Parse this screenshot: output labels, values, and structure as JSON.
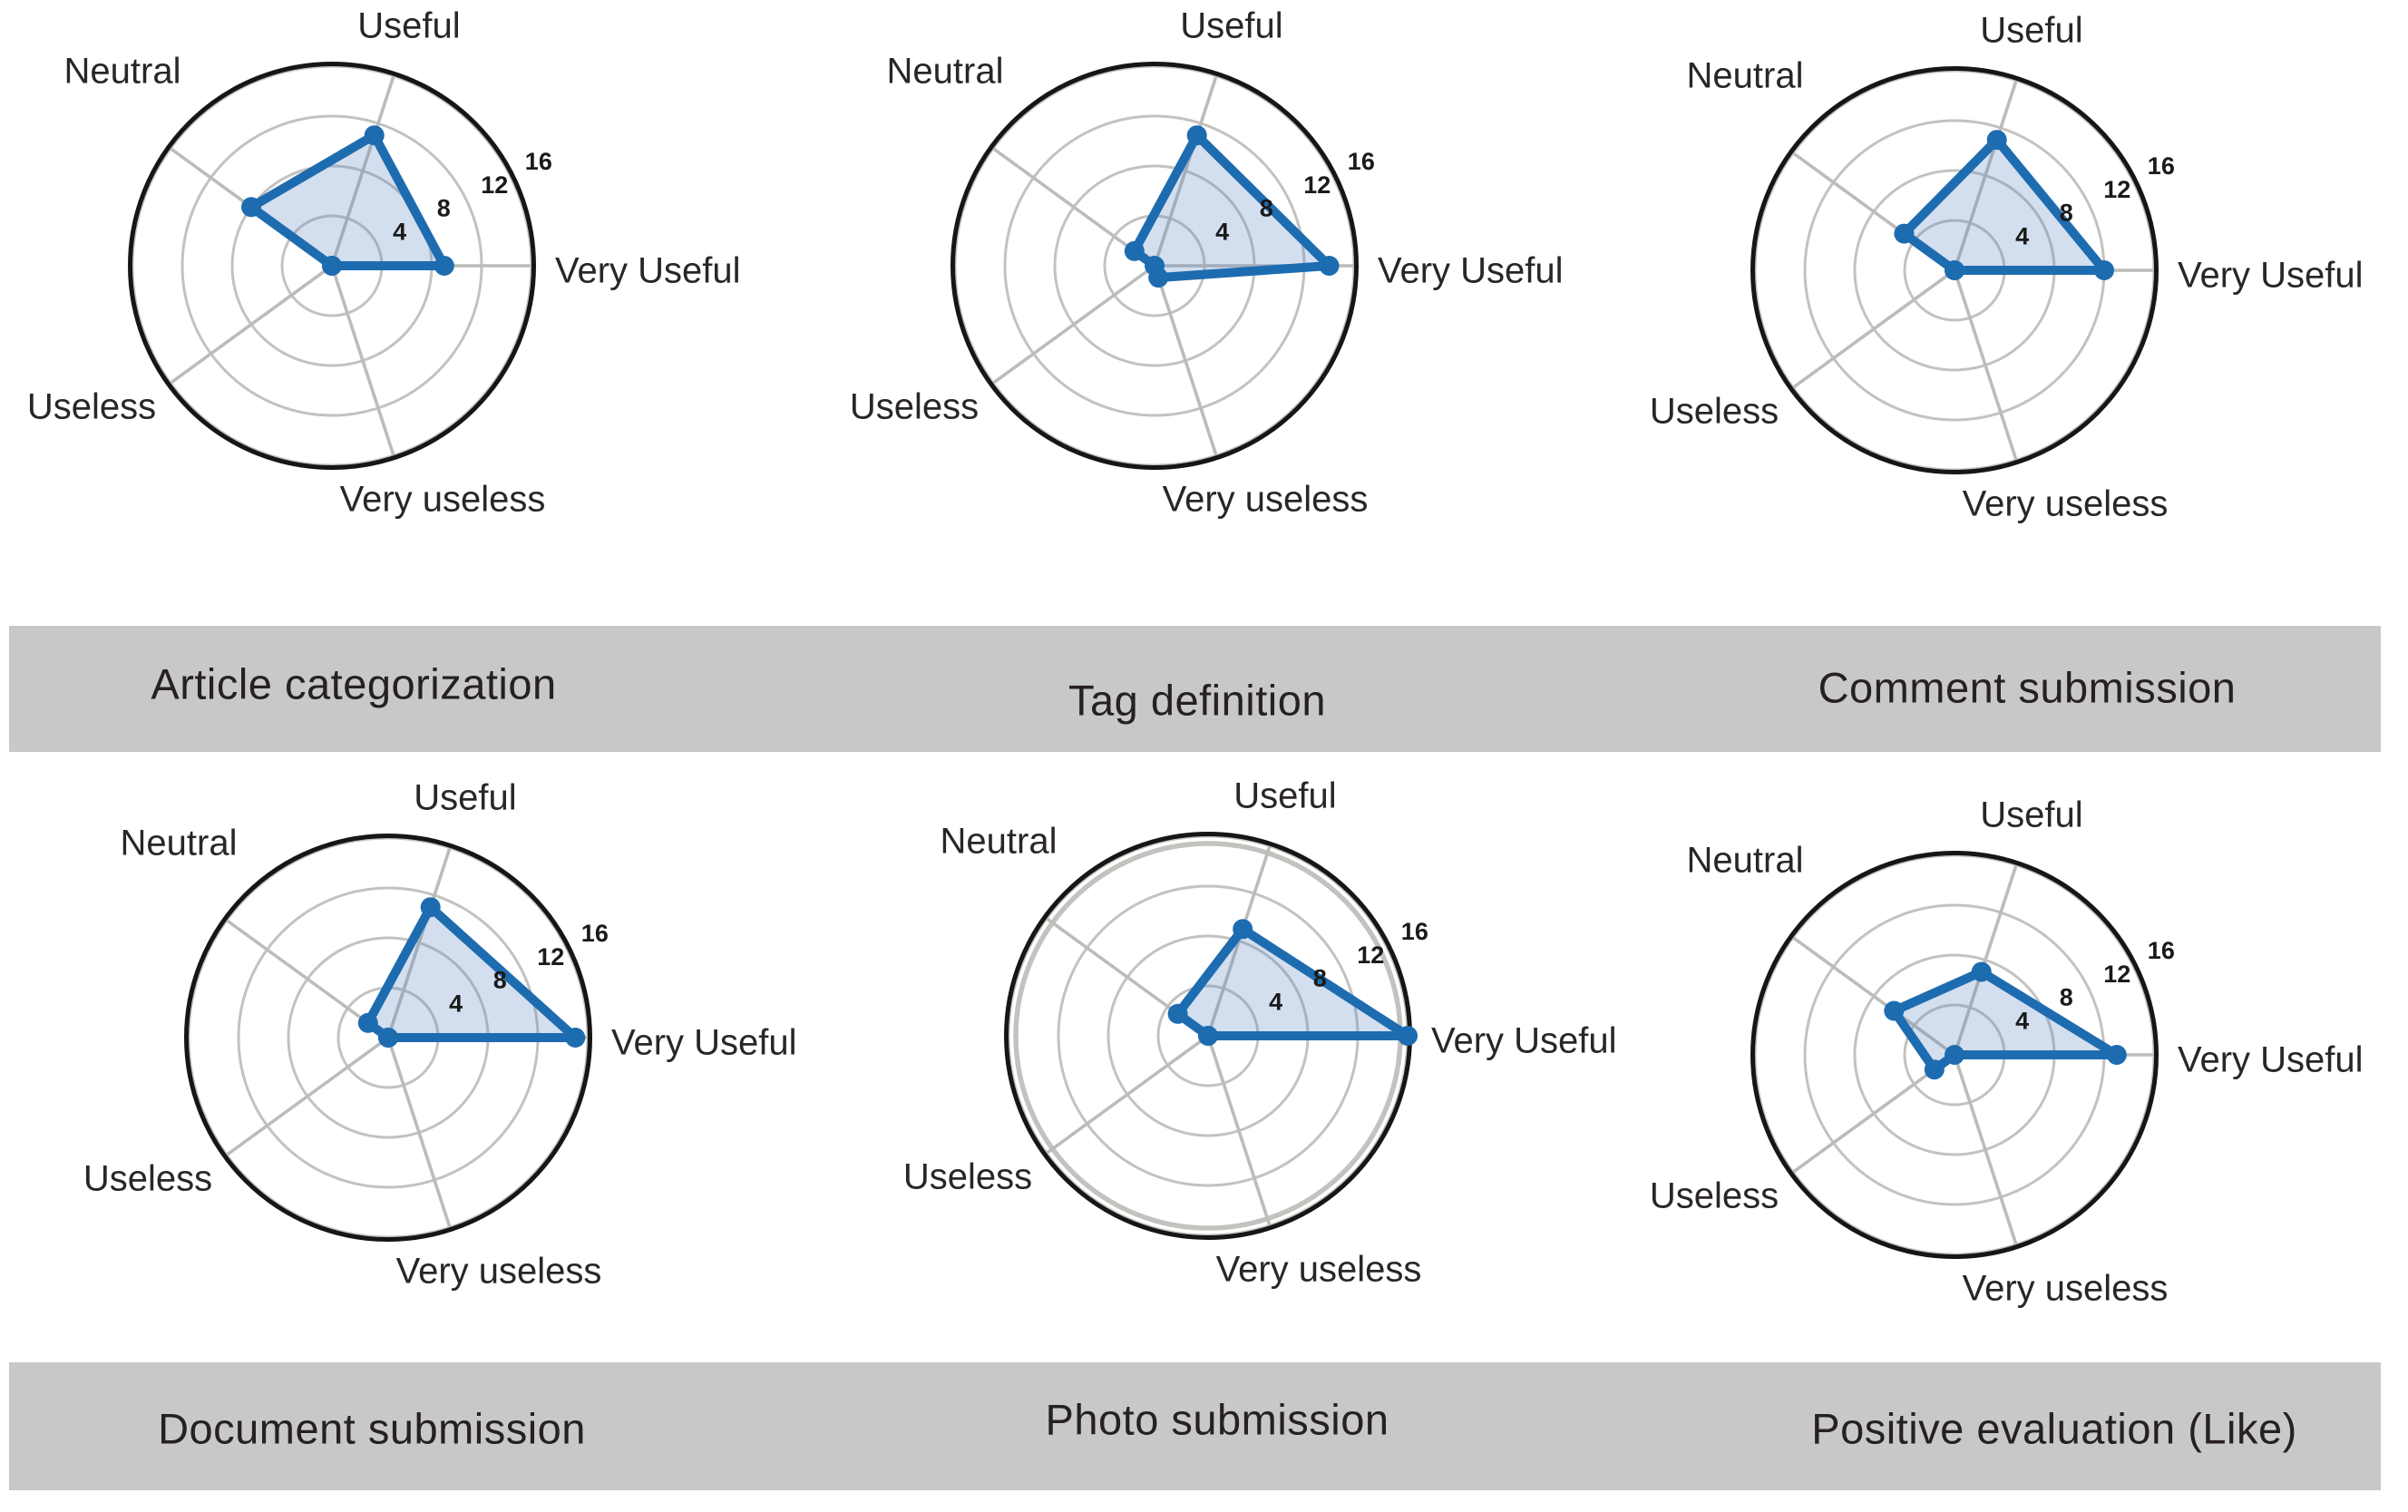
{
  "figure": {
    "description": "Six radar charts of perceived usefulness ratings per feature",
    "rows": 2,
    "cols": 3,
    "axis_labels": [
      "Very Useful",
      "Useful",
      "Neutral",
      "Useless",
      "Very useless"
    ],
    "radial_tick_labels": [
      "4",
      "8",
      "12",
      "16"
    ]
  },
  "chart_data": [
    {
      "type": "radar",
      "title": "Article categorization",
      "categories": [
        "Very Useful",
        "Useful",
        "Neutral",
        "Useless",
        "Very useless"
      ],
      "angles_deg": [
        0,
        72,
        144,
        216,
        288
      ],
      "values": [
        9,
        11,
        8,
        0,
        0
      ],
      "ticks": [
        4,
        8,
        12,
        16
      ],
      "rmax": 16.2,
      "grid": true,
      "legend": "none"
    },
    {
      "type": "radar",
      "title": "Tag definition",
      "categories": [
        "Very Useful",
        "Useful",
        "Neutral",
        "Useless",
        "Very useless"
      ],
      "angles_deg": [
        0,
        72,
        144,
        216,
        288
      ],
      "values": [
        14,
        11,
        2,
        0,
        1
      ],
      "ticks": [
        4,
        8,
        12,
        16
      ],
      "rmax": 16.2,
      "grid": true,
      "legend": "none"
    },
    {
      "type": "radar",
      "title": "Comment submission",
      "categories": [
        "Very Useful",
        "Useful",
        "Neutral",
        "Useless",
        "Very useless"
      ],
      "angles_deg": [
        0,
        72,
        144,
        216,
        288
      ],
      "values": [
        12,
        11,
        5,
        0,
        0
      ],
      "ticks": [
        4,
        8,
        12,
        16
      ],
      "rmax": 16.2,
      "grid": true,
      "legend": "none"
    },
    {
      "type": "radar",
      "title": "Document submission",
      "categories": [
        "Very Useful",
        "Useful",
        "Neutral",
        "Useless",
        "Very useless"
      ],
      "angles_deg": [
        0,
        72,
        144,
        216,
        288
      ],
      "values": [
        15,
        11,
        2,
        0,
        0
      ],
      "ticks": [
        4,
        8,
        12,
        16
      ],
      "rmax": 16.2,
      "grid": true,
      "legend": "none"
    },
    {
      "type": "radar",
      "title": "Photo submission",
      "categories": [
        "Very Useful",
        "Useful",
        "Neutral",
        "Useless",
        "Very useless"
      ],
      "angles_deg": [
        0,
        72,
        144,
        216,
        288
      ],
      "values": [
        16,
        9,
        3,
        0,
        0
      ],
      "ticks": [
        4,
        8,
        12,
        16
      ],
      "rmax": 16.2,
      "grid": true,
      "legend": "none"
    },
    {
      "type": "radar",
      "title": "Positive evaluation (Like)",
      "categories": [
        "Very Useful",
        "Useful",
        "Neutral",
        "Useless",
        "Very useless"
      ],
      "angles_deg": [
        0,
        72,
        144,
        216,
        288
      ],
      "values": [
        13,
        7,
        6,
        2,
        0
      ],
      "ticks": [
        4,
        8,
        12,
        16
      ],
      "rmax": 16.2,
      "grid": true,
      "legend": "none"
    }
  ],
  "colors": {
    "series_stroke": "#1e6cb0",
    "series_fill_rgba": "rgba(98,138,198,0.28)",
    "grid_circle": "#c2c2bf",
    "axis_spoke": "#bcbcb9",
    "outer_ring": "#161616",
    "caption_bar_bg": "#c8c8c8",
    "caption_text": "#272020",
    "axis_label_text": "#2b2626",
    "tick_label_text": "#1a1a1a"
  }
}
